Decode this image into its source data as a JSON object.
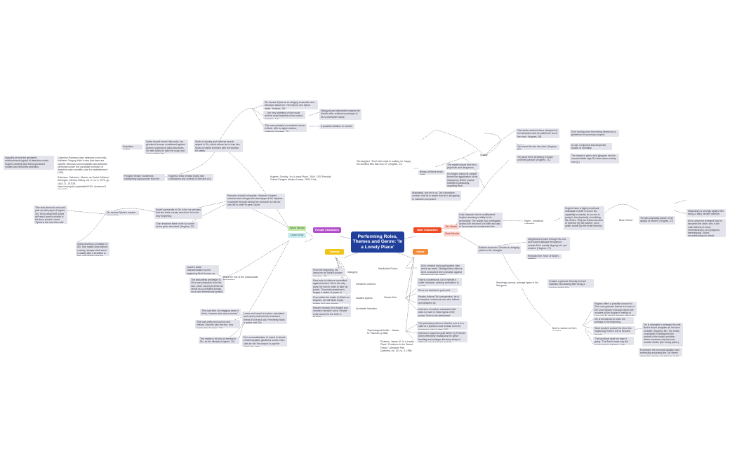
{
  "center": {
    "title": "Performing Roles, Themes and Genre: 'In a Lonely Place'"
  },
  "branches": {
    "female": "Female Characters",
    "male": "Male Characters",
    "themes": "Themes",
    "genre": "Genre"
  },
  "subs": {
    "sylvia": "Sylvia Nicolai",
    "laurel": "Laurel Gray",
    "dix": "Dix Steele",
    "brub": "Brub Nicolai"
  },
  "colors": {
    "center": "#1f3f9a",
    "female": "#b34fcb",
    "male": "#f04a23",
    "themes": "#f0c419",
    "genre": "#f28c38",
    "sylvia_sub": "#c6e8a9",
    "laurel_sub": "#c9ecef",
    "dix_sub": "#fbd3cc",
    "node": "#e3e3ec",
    "link": "#606070"
  },
  "nodes": {
    "sylvia_framed": "Dix frames Sylvia as an obliging housewife and fishwives about her: 'He'd like to see Sylvia again' (Hughes, 36)",
    "sylvia_qualities": "'... the very stateliest of the house and the most beautiful of her control' (Hughes, 15).",
    "sylvia_probably": "'She was probably a wonderful woman to Brub, with no apple-cheeks, optimism' (Hughes, 71).",
    "mysogyny_quote": "Misogyny and disrespect towards the friend's wife, reinforces portrayal of Dix's obsessive nature.",
    "possible_murder": "A possible situation to murder.",
    "sylvia_herself": "Sylvia herself doesn't like radio, the gendered houses considered against women a special of class structures. Dix tells Sylvia to 'take the soap' and 'go to various lies.'",
    "sylvia_alluring": "Sylvia is alluring and believes sexual appeal to Dix, which allows her to trap him. Sylvia is visible at Brub's with the intuition for safety.",
    "suburban_mother": "Suburban mother",
    "hughes_novel": "Hughes, Dorothy. 'In a Lonely Place.' 1944. 1970 Penzoid, Gollutz Penguin Modern House, 2005. Print.",
    "catherine_ross": "Catherine Robinson cites detective novel critic, Kathleen Gregory Klein's view that there are specific 'whereas commercialistic and detective performed under the unreliable monsters of detective male scientific code for establishment' (130).",
    "arguably": "Arguably proves the gendered reinforcements typical of detective novels. Hughes certainly flips these gendered models and reinforces detection.",
    "robinson_cite": "Robinson, Catherine. 'Murder as Social Criticism.' Armingen, Literary History, vol. 9, no. 4, 1970, pp. 164-171. JSTOR, https://www.jstor.org/stable/XXXX. Accessed 1 Mar 2024.",
    "possible_female": "Possible female modernists maintaining equal power from the gendered's heroes.",
    "hughes_reveals": "Hughes's texts reveals Sylvia that conclusions and controls in the face of a male predator.",
    "sylvia_presence": "Sylvia's presentia to Dix in the car perhaps that she feels uneasy about him from the very beginning.",
    "she_remained": "'She remained there in the fur corner as the giver described' (Hughes, 27).",
    "remains_foil": "Remains a fearful character. However, Hughes subverts and changes the stereotype of the helpless housewife through forcing her character to risk her own life in order to save Laurel.",
    "car_scene": "'She was almost as new and pale as pink paper' (Hughes, 30). Dix is afraid that Sylvia will read Laurel's murder in the lines around Laurel. 'Sylvia is the one who read' within.",
    "uneasy": "Dix senses Sylvia's unease around him.",
    "sylvia_develops": "Sylvia develops a mistake of Dix. She makes Brub believe a weary, sleepers that when it readily alter a beautiful to him, she will become the next victim.",
    "laurel_initial": "Laurel's initial characterisation as the beginning 'Brub' knows, as she is the perfect object of Dix's hidden time.",
    "seductress": "The seductress archetype is Dix's own projection from her own, when Laurel presents his needs as a confident woman, not a one-dimensional symbol of lust.",
    "plays_role": "Plays the role of the untouchable seductress.",
    "loves_laurel": "Loves and Laurel is broken, calculated and Laurel performs the feminised threat of love and lust. Femininity holds a power over Dix.",
    "she_married": "'She was their old dragging dead in its fur, however she was a woman' (Hughes, 69)",
    "she_was_pretty": "'She was pretty and curious and brilliant. And she saw the end, how beside the' (Hughes, 72).",
    "dix_romanticisation": "Dix's romanticisation of Laurel is devoid of stereotypical, gendered norms. Dix's calls for the 'the corpse' to pay the death she were.",
    "rhetoric": "The reader is let into an already in Dix, as the lifestyle (Hughes, 74).",
    "mysogyny_theme": "Misogyny",
    "from_beginning": "From the beginning, Dix views her as 'fabled women' (Hughes, 45).",
    "gendered_violence": "Gendered violence",
    "most_acts": "Most acts of violence committed against women. Dix is the only party Dix who in order to take his power. Thus male presence is largely a matter of power to subdue.",
    "isolated_spaces": "Isolated spaces",
    "scenes_in_dark": "Even within the hustle of West Los Angeles, Dix still finds empty streets and lone women.",
    "unreliable": "Unreliable Narration",
    "reader_stems": "Reader restricts Dix's biased and narrated narrative voice. Reader must search for the truth in Hughes.",
    "hardboiled": "Hardboiled Fiction",
    "dix_criminal": "Dix's criminal and psychopathic view which we seem. Distinguishes violence Dix's conducted Dix's narrative against him through him' within.",
    "classic_noir": "Classic Noir",
    "conventions": "Trait to conventions: Dix is himself a noble character, seeking verification to murder.",
    "noir_murder": "Dix is not inclined to push and murder.",
    "reader_follows": "Reader follows Dix's perspective, he is a complex, conscious man who follows and whispers by.",
    "inversion": "Inversion of modern characters that does no have in these types of the period. Brub is the determined detective.",
    "psychological": "'Psychological thriller' - James M. Pickman (p.398).",
    "principal": "The principal problem is that the noir is in a state of a question hold reveals from the enormous point of view' (26).",
    "defined": "Defined a 'suspense guilt thriller' by Pickman which effectively rebalances the genre trending and enlarges the deep study of different noir characters and the psychological thriller.",
    "pickman_cite": "Pickman, James M. 'In a Lonely Place': Feminism In the Desert Fiction.' Literature Film Quarterly, vol. 15, no. 3, 1986, pp. 195-201. JSTOR, http://www.jstor.org/stable/43797981.",
    "quality": "Quality",
    "hands_reached": "'His hands reached down, clamped on her shoulders and he pulled her out of the chair' (Hughes, 38).",
    "turning_point": "Dix's turning point from being desired as a gentleman to a primary suspect.",
    "he_forced": "'He forced life into his voice' (Hughes, 27).",
    "cold_composed": "A cold, composed and desperate facade of normality.",
    "shout_laughing": "'He stood there trembling in anger until they passed' (Hughes, 71).",
    "reader_is_given": "The reader is given vivid glimpses into the uncontrollable rage Dix feels when society ruin (p.)",
    "dix_laughed": "'Dix laughed. \"Don't start mate in making 'no' happy, the loveliest flies that very of\"' (Hughes, 17).",
    "brings_off": "Brings off these trusts table.",
    "reader_knows": "The reader knows that he is psychotic and dangerous.",
    "dix_begins": "Dix begins doing his clarinet before the aggravation of the insurgency. Brubs' coarse feelings is pleasantly, opposing Brub.",
    "watchable": "Watchable, and he is on, Dix's deceptive number, that he is aware that he is struggling to maintain composure.",
    "only_character": "Only character that is multifaceted. Hughes showing a ability to his personality. The reader has unmitigated access into the mind of a killer and also to the woman he murders and the threat to society.",
    "hughes_ambiguity": "Hughes have a highly emotional individual in order to prove his capability to murder, as no one is going to the physically committing his crimes. They are framed as acts of violence (by the pastor), not a public arrival (by the trivial rhetoric).",
    "hyper_emotional": "Hyper - emotional character",
    "brubmost": "Brub's friend",
    "dix_struggles": "'He was physically aware of his appeal to women' (Hughes, 27).",
    "masculinity": "Masculinity is strongly against him being a 'leary' female member.",
    "dix_cannot": "Dix's cannot be revealed how he becomes the other, who is the main witness to many remembrances, as a poignant, stereotypical, Sylvia-recommending as ahead (Hughes, 73).",
    "radiant_character": "Radiant character. Devoted to bringing justice to the strangler.",
    "neighbours": "Neighbours tension through his cool and honest dialogue throughout, reveals Dix's mental slipping into 'pot' readers' (Hughes, 27).",
    "revealed_brub": "Revealed the 'mind' of Brub's abilities.",
    "seemingly_normal": "Seemingly normal, average figure in the first game.",
    "creates_genre": "Creates a genuine Ghostly feel and implicitly innovatively after being a random similar this.",
    "brubs_reaction": "Brub's reaction to Dix's murders.",
    "hughes_offers": "Hughes offers a possible account to Dix's own guesses that he is a man of the Cold Hansen's through whom the murders of the Hughes's mellow of cops and its similar dangers within the world, that Dix's loses his life.",
    "dix_threatens": "Dix is threatened to invite the perhaps in the beginning.",
    "dixs_protect": "'Brub wouldn't protect Dix (from the beginning)' Brub in line to become friends.",
    "dix_strangled": "Dix is strangled to strangle the wife Brub's future daughter as 'the face of death' (Hughes, 38). The lonely conception is ambiguous the portrait of the lonely condition, where someone may become another Brub's (the 'lonely place').",
    "the_last_brub": "'The last Brub must not have it going.' The Brub's ease why did you do it too?' (Hughes, 166).",
    "expresses": "Expresses the personal situation and eventually accurately the Dix Steele where the gender and the type of the constant detective."
  }
}
